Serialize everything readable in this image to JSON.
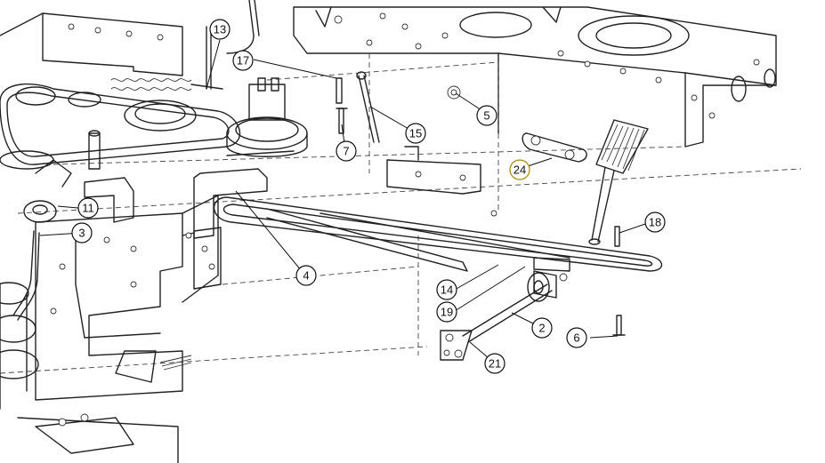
{
  "highlight_color": "#f2d14a",
  "callouts": [
    {
      "id": "c2",
      "label": "2"
    },
    {
      "id": "c3",
      "label": "3"
    },
    {
      "id": "c4",
      "label": "4"
    },
    {
      "id": "c5",
      "label": "5"
    },
    {
      "id": "c6",
      "label": "6"
    },
    {
      "id": "c7",
      "label": "7"
    },
    {
      "id": "c11",
      "label": "11"
    },
    {
      "id": "c13",
      "label": "13"
    },
    {
      "id": "c14",
      "label": "14"
    },
    {
      "id": "c15",
      "label": "15"
    },
    {
      "id": "c17",
      "label": "17"
    },
    {
      "id": "c18",
      "label": "18"
    },
    {
      "id": "c19",
      "label": "19"
    },
    {
      "id": "c21",
      "label": "21"
    },
    {
      "id": "c24",
      "label": "24",
      "highlighted": true
    }
  ]
}
